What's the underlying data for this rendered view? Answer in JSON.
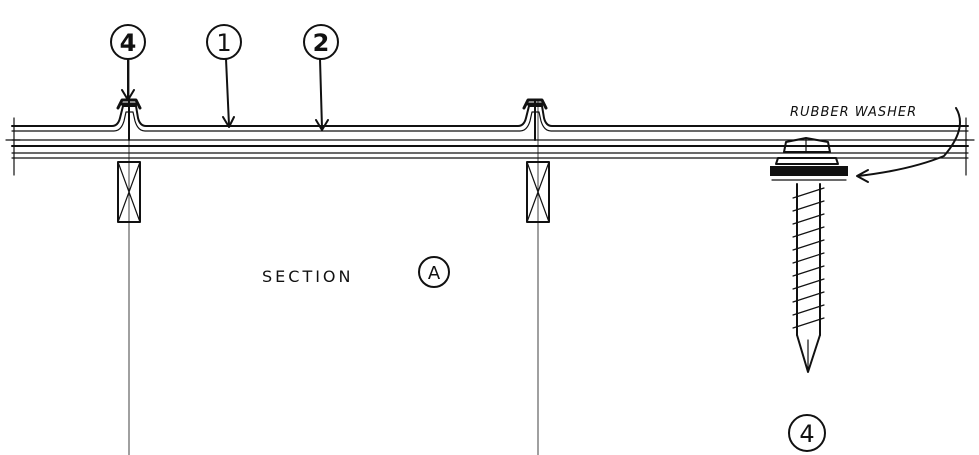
{
  "section_drawing": {
    "callouts": [
      {
        "id": "callout-4",
        "label": "4"
      },
      {
        "id": "callout-1",
        "label": "1"
      },
      {
        "id": "callout-2",
        "label": "2"
      }
    ],
    "title": "SECTION",
    "section_marker": "A"
  },
  "screw_detail": {
    "washer_label": "RUBBER WASHER",
    "detail_marker": "4"
  },
  "colors": {
    "ink": "#111111",
    "background": "#ffffff"
  }
}
